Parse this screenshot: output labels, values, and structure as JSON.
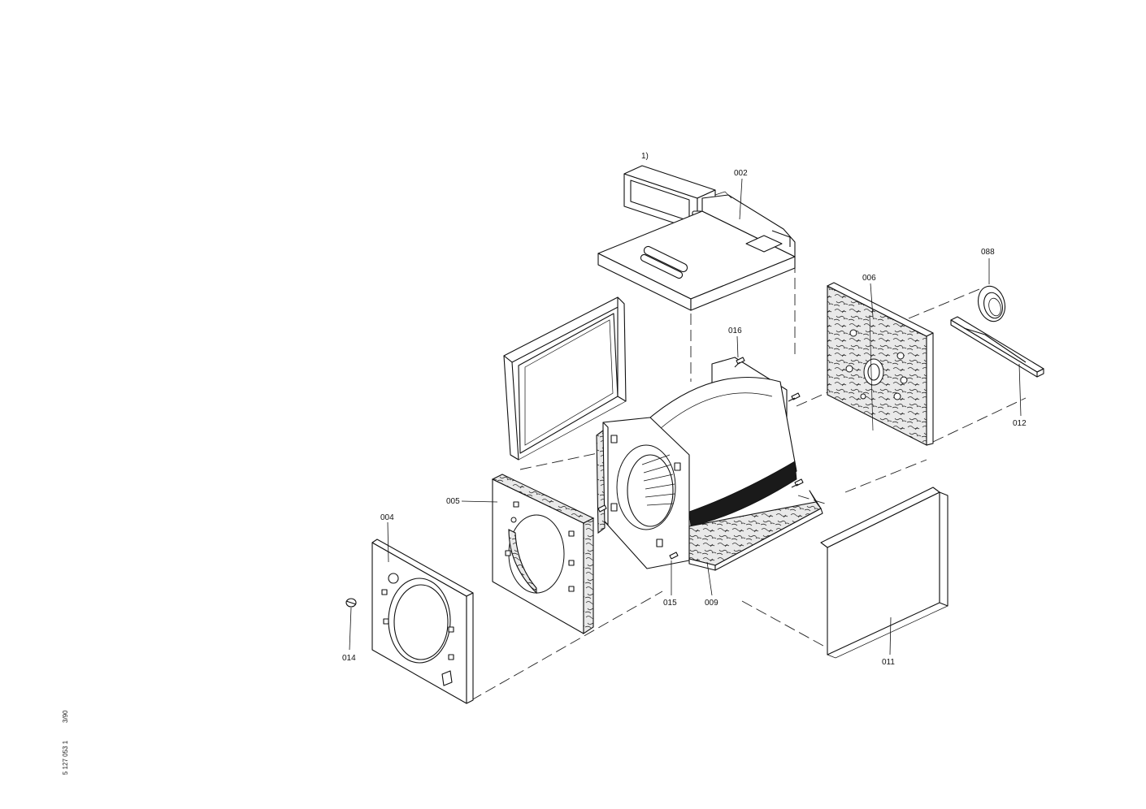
{
  "labels": {
    "p_1": "1)",
    "p_002": "002",
    "p_088": "088",
    "p_006": "006",
    "p_016": "016",
    "p_012": "012",
    "p_005": "005",
    "p_004": "004",
    "p_015": "015",
    "p_009": "009",
    "p_014": "014",
    "p_011": "011"
  },
  "footer": {
    "doc_code": "5 127 053 1",
    "date": "3/90"
  }
}
